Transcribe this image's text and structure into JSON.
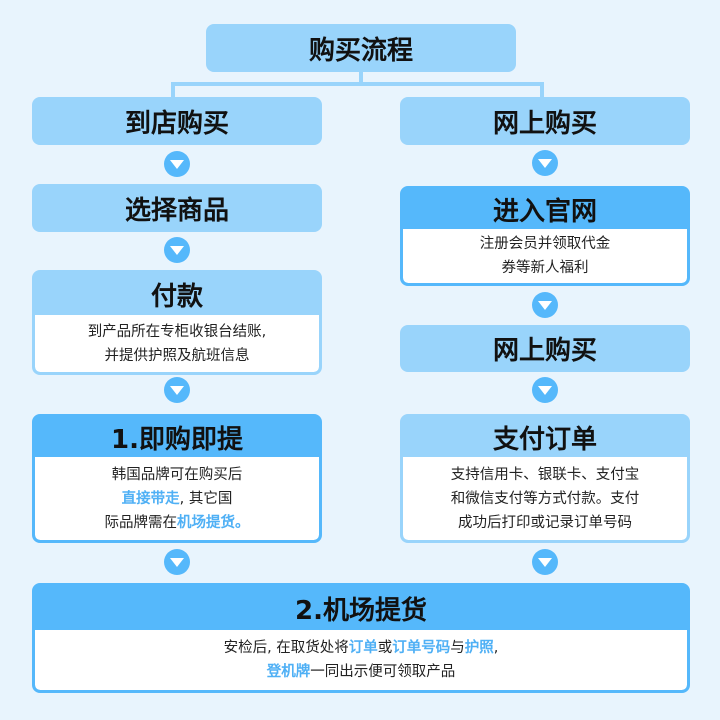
{
  "title": "购买流程",
  "left": {
    "branch": "到店购买",
    "step1": "选择商品",
    "step2": {
      "title": "付款",
      "lines": [
        "到产品所在专柜收银台结账,",
        "并提供护照及航班信息"
      ]
    },
    "step3": {
      "title": "1.即购即提",
      "line1": "韩国品牌可在购买后",
      "line2_hl": "直接带走",
      "line2": ", 其它国",
      "line3": "际品牌需在",
      "line3_hl": "机场提货。"
    }
  },
  "right": {
    "branch": "网上购买",
    "step1": {
      "title": "进入官网",
      "lines": [
        "注册会员并领取代金",
        "券等新人福利"
      ]
    },
    "step2": "网上购买",
    "step3": {
      "title": "支付订单",
      "lines": [
        "支持信用卡、银联卡、支付宝",
        "和微信支付等方式付款。支付",
        "成功后打印或记录订单号码"
      ]
    }
  },
  "final": {
    "title": "2.机场提货",
    "l1a": "安检后, 在取货处将",
    "l1b": "订单",
    "l1c": "或",
    "l1d": "订单号码",
    "l1e": "与",
    "l1f": "护照",
    "l1g": ",",
    "l2a": "登机牌",
    "l2b": "一同出示便可领取产品"
  }
}
